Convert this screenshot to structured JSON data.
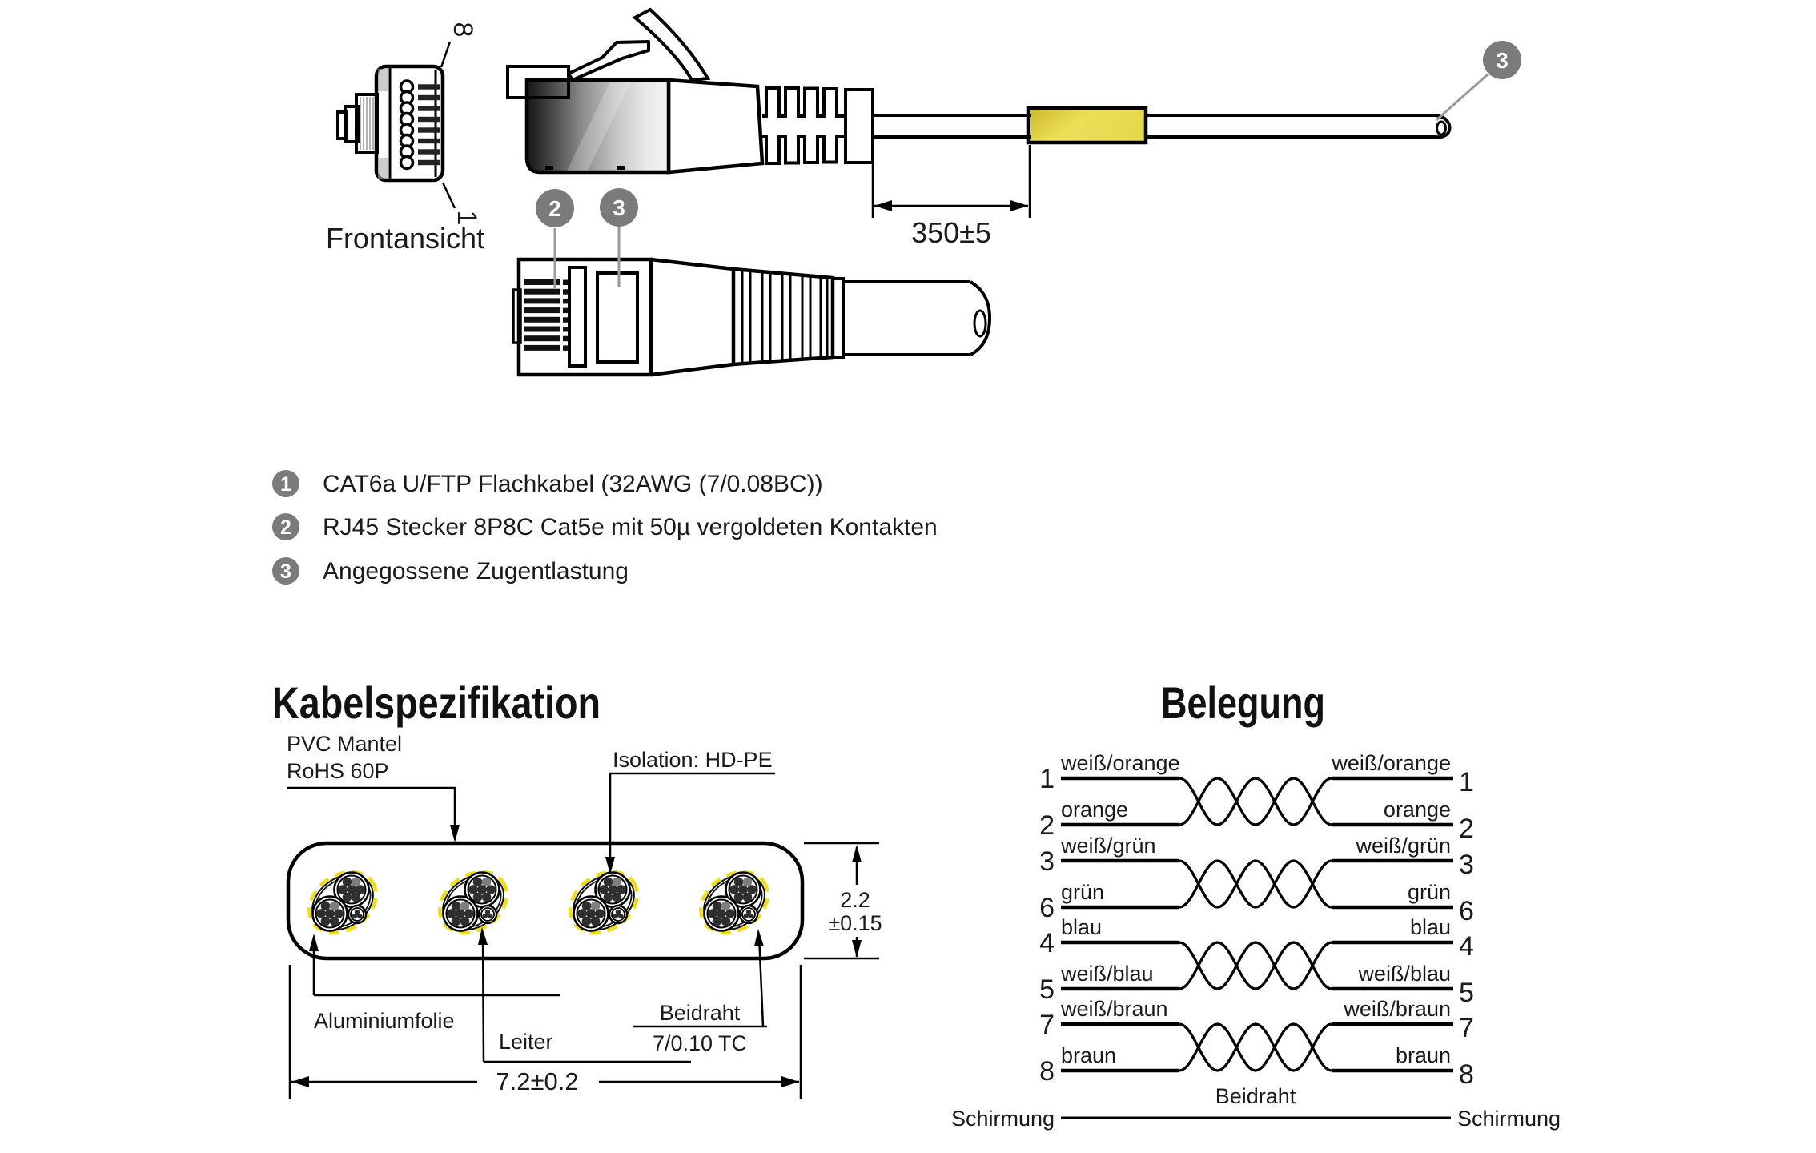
{
  "drawing": {
    "front_view": {
      "caption": "Frontansicht",
      "pin_top": "8",
      "pin_bottom": "1"
    },
    "dimension_label": "350±5",
    "callouts": {
      "connector": "2",
      "strain_relief": "3",
      "cable_mark": "3"
    }
  },
  "legend": {
    "items": [
      {
        "num": "1",
        "text": "CAT6a U/FTP Flachkabel (32AWG (7/0.08BC))"
      },
      {
        "num": "2",
        "text": "RJ45 Stecker 8P8C Cat5e mit 50µ vergoldeten Kontakten"
      },
      {
        "num": "3",
        "text": "Angegossene Zugentlastung"
      }
    ]
  },
  "kabelspezifikation": {
    "title": "Kabelspezifikation",
    "labels": {
      "jacket_line1": "PVC Mantel",
      "jacket_line2": "RoHS 60P",
      "isolation": "Isolation: HD-PE",
      "foil": "Aluminiumfolie",
      "conductor": "Leiter",
      "drain_line1": "Beidraht",
      "drain_line2": "7/0.10 TC",
      "height_line1": "2.2",
      "height_line2": "±0.15",
      "width": "7.2±0.2"
    }
  },
  "belegung": {
    "title": "Belegung",
    "pairs": [
      {
        "a_pin": "1",
        "a_label": "weiß/orange",
        "b_pin": "2",
        "b_label": "orange"
      },
      {
        "a_pin": "3",
        "a_label": "weiß/grün",
        "b_pin": "6",
        "b_label": "grün"
      },
      {
        "a_pin": "4",
        "a_label": "blau",
        "b_pin": "5",
        "b_label": "weiß/blau"
      },
      {
        "a_pin": "7",
        "a_label": "weiß/braun",
        "b_pin": "8",
        "b_label": "braun"
      }
    ],
    "drain_label": "Beidraht",
    "shield_left": "Schirmung",
    "shield_right": "Schirmung"
  },
  "colors": {
    "callout_gray": "#7b7b7b",
    "band_yellow": "#e4d54a",
    "foil_yellow": "#eede12"
  }
}
